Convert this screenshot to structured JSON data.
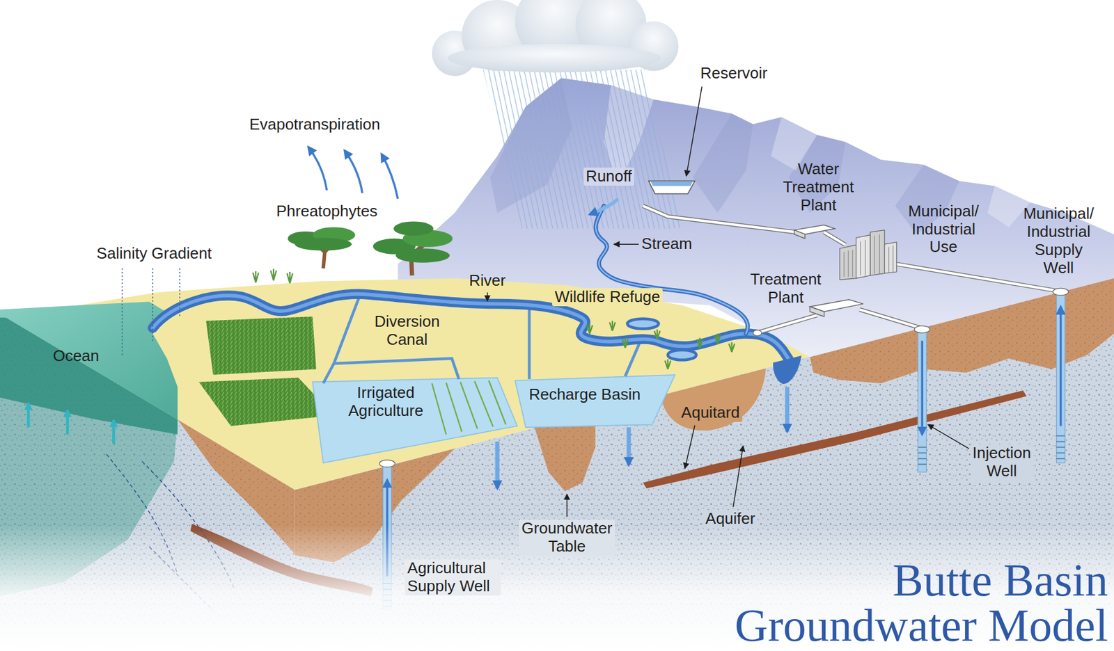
{
  "diagram": {
    "title": "Butte Basin Groundwater Model",
    "labels": [
      "Reservoir",
      "Evapotranspiration",
      "Water Treatment Plant",
      "Runoff",
      "Phreatophytes",
      "Municipal/ Industrial Use",
      "Municipal/ Industrial Supply Well",
      "Stream",
      "Salinity Gradient",
      "Treatment Plant",
      "River",
      "Wildlife Refuge",
      "Diversion Canal",
      "Ocean",
      "Irrigated Agriculture",
      "Recharge Basin",
      "Aquitard",
      "Injection Well",
      "Aquifer",
      "Groundwater Table",
      "Agricultural Supply Well"
    ]
  }
}
